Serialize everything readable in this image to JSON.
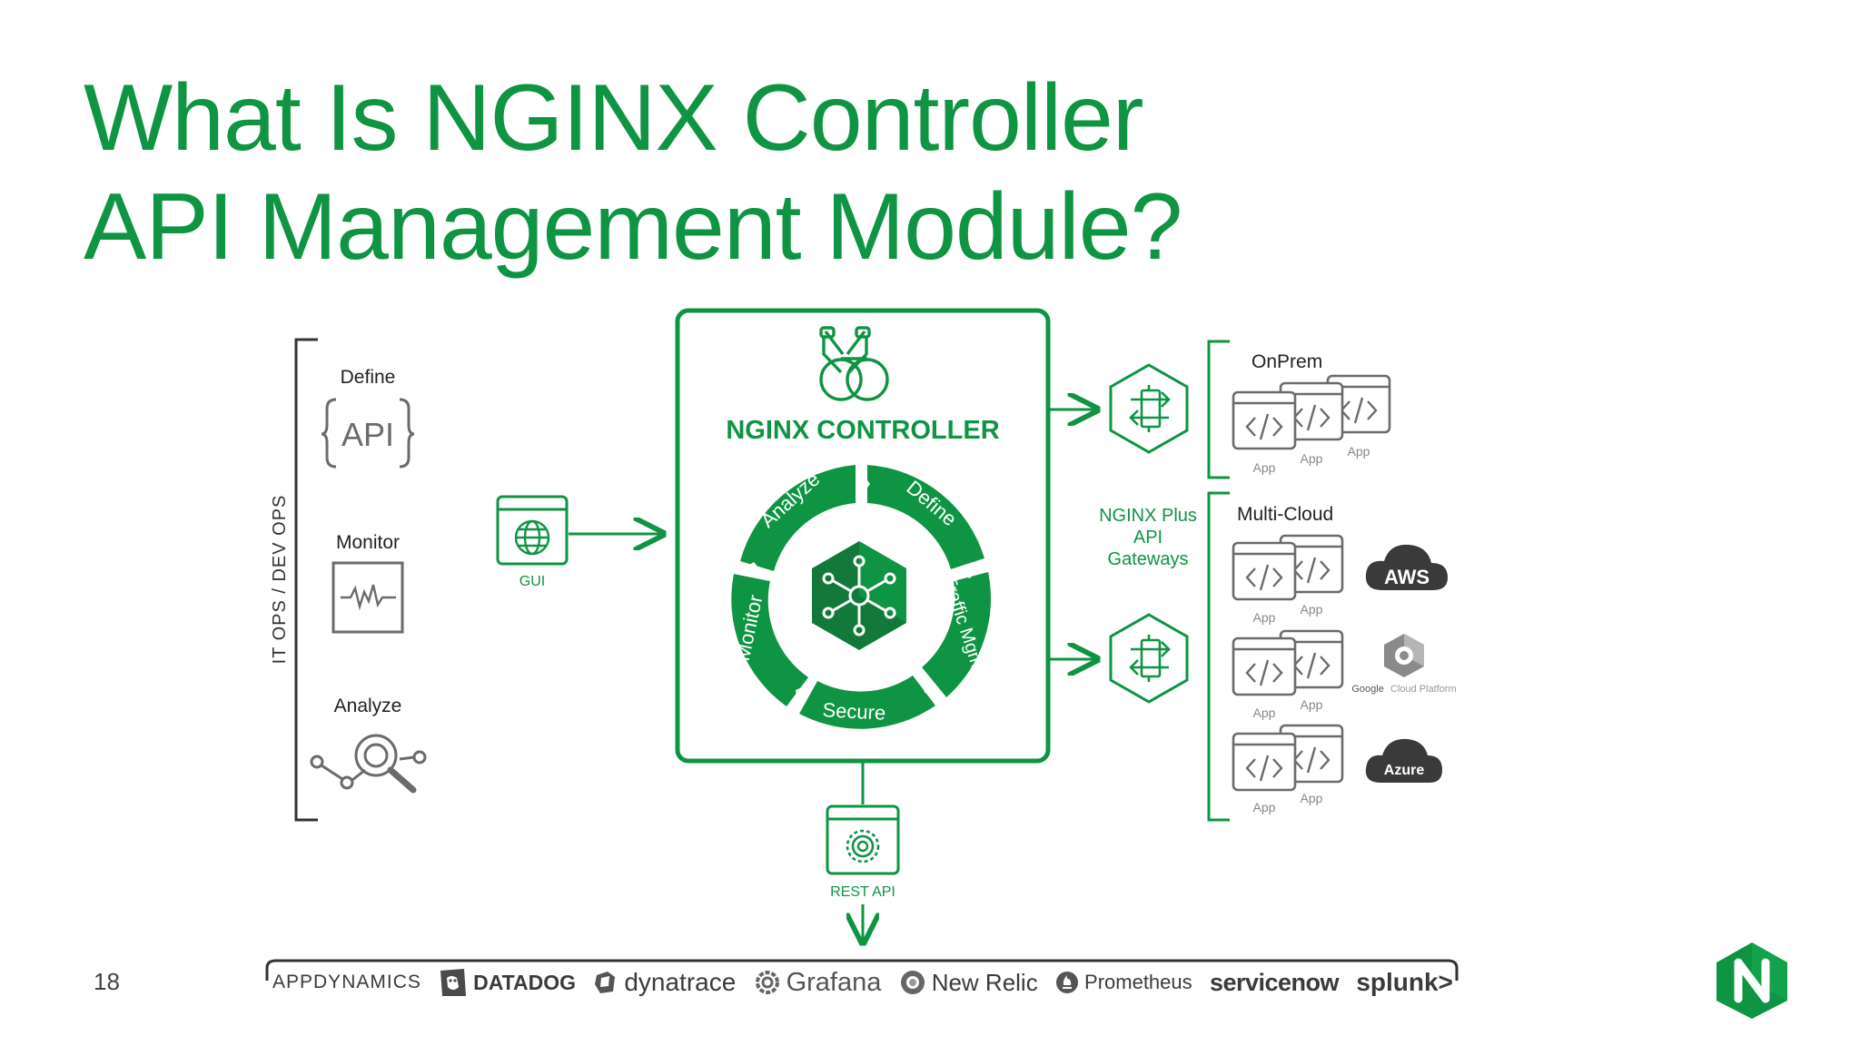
{
  "slide": {
    "title_line1": "What Is NGINX Controller",
    "title_line2": "API Management Module?",
    "page_number": "18"
  },
  "left_panel": {
    "vertical_label": "IT OPS / DEV OPS",
    "items": [
      {
        "label": "Define",
        "icon": "api-braces-icon",
        "icon_text": "API"
      },
      {
        "label": "Monitor",
        "icon": "monitor-waveform-icon"
      },
      {
        "label": "Analyze",
        "icon": "magnifier-analytics-icon"
      }
    ]
  },
  "gui": {
    "label": "GUI",
    "icon": "globe-window-icon"
  },
  "controller": {
    "title": "NGINX CONTROLLER",
    "icon": "binoculars-icon",
    "center_icon": "hub-hexagon-icon",
    "cycle": [
      "Analyze",
      "Define",
      "Traffic Mgmt.",
      "Secure",
      "Monitor"
    ]
  },
  "rest_api": {
    "label": "REST API",
    "icon": "gear-window-icon"
  },
  "gateways": {
    "label_line1": "NGINX Plus",
    "label_line2": "API",
    "label_line3": "Gateways",
    "icon": "api-gateway-hexagon-icon"
  },
  "onprem": {
    "title": "OnPrem",
    "app_label": "App"
  },
  "multicloud": {
    "title": "Multi-Cloud",
    "app_label": "App",
    "clouds": {
      "aws": "AWS",
      "gcp_google": "Google",
      "gcp_rest": "Cloud Platform",
      "azure": "Azure"
    }
  },
  "integrations": {
    "appdynamics": "APPDYNAMICS",
    "datadog": "DATADOG",
    "dynatrace": "dynatrace",
    "grafana": "Grafana",
    "newrelic": "New Relic",
    "prometheus": "Prometheus",
    "servicenow": "servicenow",
    "splunk": "splunk>"
  },
  "colors": {
    "brand_green": "#0f9443",
    "dark_green": "#13793a",
    "gray": "#6b6b6b",
    "dark": "#333333"
  }
}
